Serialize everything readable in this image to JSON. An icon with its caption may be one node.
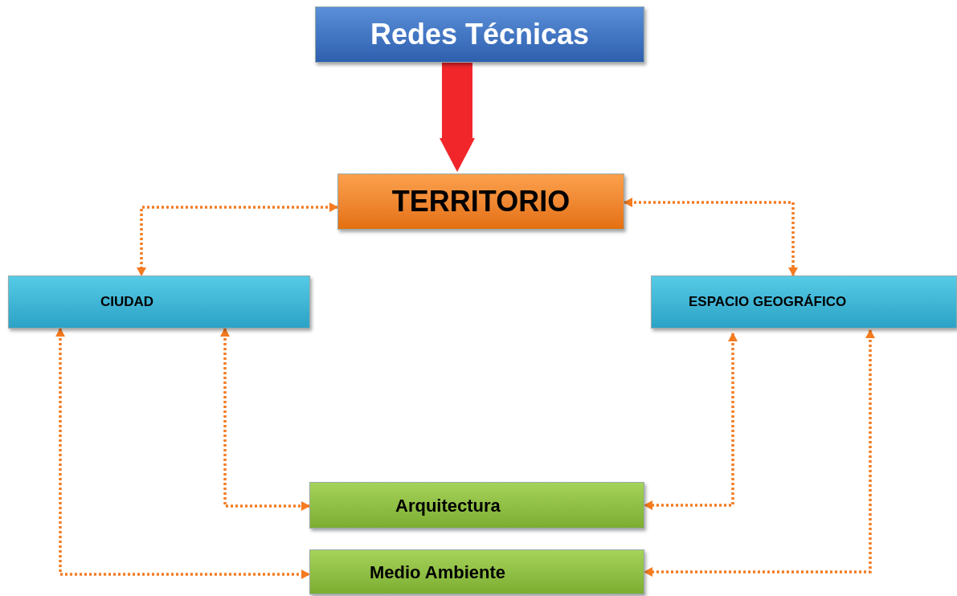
{
  "diagram": {
    "nodes": [
      {
        "text": [
          "Redes Técnicas"
        ]
      },
      {
        "text": [
          "TERRITORIO"
        ]
      },
      {
        "text": [
          "CIUDAD"
        ]
      },
      {
        "text": [
          "ESPACIO GEOGRÁFICO"
        ]
      },
      {
        "text": [
          "Arquitectura"
        ]
      },
      {
        "text": [
          "Medio Ambiente"
        ]
      }
    ],
    "edges": [
      {
        "from": 0,
        "to": 1,
        "arrow": "to",
        "style": "thick",
        "color": "#f0262b"
      },
      {
        "from": 1,
        "to": 2,
        "arrow": "both",
        "style": "dashed",
        "color": "#f47b20"
      },
      {
        "from": 1,
        "to": 3,
        "arrow": "both",
        "style": "dashed",
        "color": "#f47b20"
      },
      {
        "from": 2,
        "to": 4,
        "arrow": "both",
        "style": "dashed",
        "color": "#f47b20"
      },
      {
        "from": 2,
        "to": 5,
        "arrow": "both",
        "style": "dashed",
        "color": "#f47b20"
      },
      {
        "from": 3,
        "to": 4,
        "arrow": "both",
        "style": "dashed",
        "color": "#f47b20"
      },
      {
        "from": 3,
        "to": 5,
        "arrow": "both",
        "style": "dashed",
        "color": "#f47b20"
      }
    ]
  }
}
